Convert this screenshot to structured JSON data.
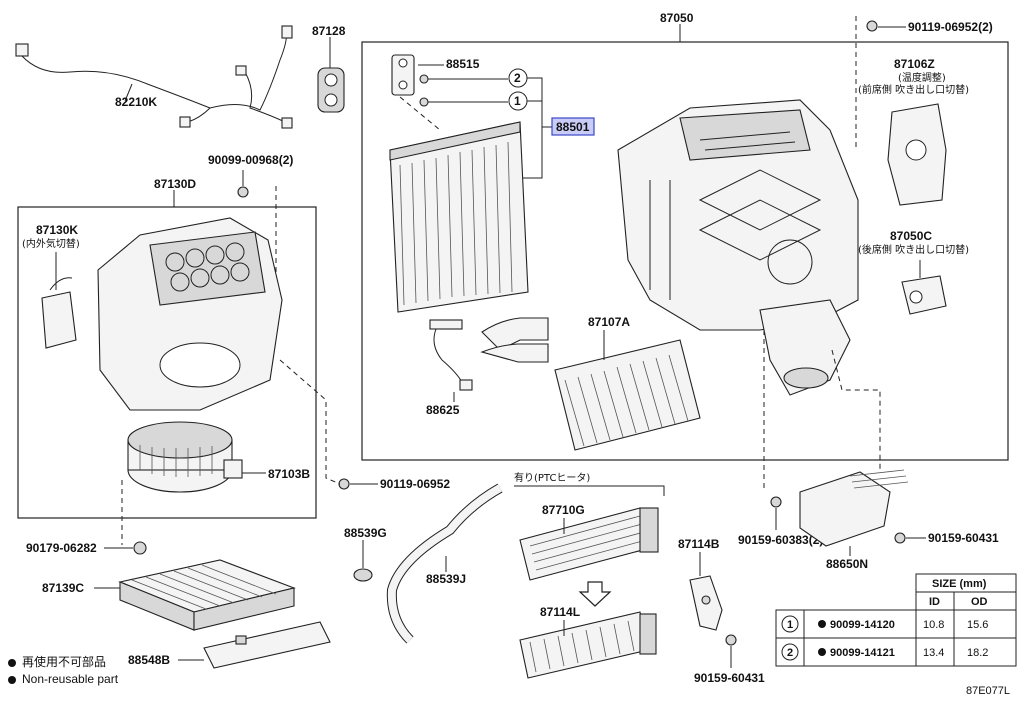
{
  "parts": {
    "p82210K": "82210K",
    "p87128": "87128",
    "p87050": "87050",
    "p90119_06952_2": "90119-06952(2)",
    "p88515": "88515",
    "p88501": "88501",
    "p87106Z": "87106Z",
    "p87106Z_note1": "(温度調整)",
    "p87106Z_note2": "(前席側 吹き出し口切替)",
    "p90099_00968_2": "90099-00968(2)",
    "p87130D": "87130D",
    "p87130K": "87130K",
    "p87130K_note": "(内外気切替)",
    "p87050C": "87050C",
    "p87050C_note": "(後席側 吹き出し口切替)",
    "p87107A": "87107A",
    "p88625": "88625",
    "p87103B": "87103B",
    "p90119_06952": "90119-06952",
    "ptc_note": "有り(PTCヒータ)",
    "p87710G": "87710G",
    "p90159_60383_2": "90159-60383(2)",
    "p90159_60431_a": "90159-60431",
    "p88650N": "88650N",
    "p90179_06282": "90179-06282",
    "p88539G": "88539G",
    "p88539J": "88539J",
    "p87114B": "87114B",
    "p87139C": "87139C",
    "p87114L": "87114L",
    "p88548B": "88548B",
    "p90159_60431_b": "90159-60431"
  },
  "callouts": {
    "c1": "1",
    "c2": "2"
  },
  "size_table": {
    "title": "SIZE (mm)",
    "col_id": "ID",
    "col_od": "OD",
    "rows": [
      {
        "ref": "1",
        "part": "90099-14120",
        "id": "10.8",
        "od": "15.6"
      },
      {
        "ref": "2",
        "part": "90099-14121",
        "id": "13.4",
        "od": "18.2"
      }
    ]
  },
  "legend": {
    "line1": "再使用不可部品",
    "line2": "Non-reusable part"
  },
  "figure_code": "87E077L",
  "colors": {
    "highlight_fill": "#c9ccf7",
    "highlight_stroke": "#3b46c8"
  }
}
